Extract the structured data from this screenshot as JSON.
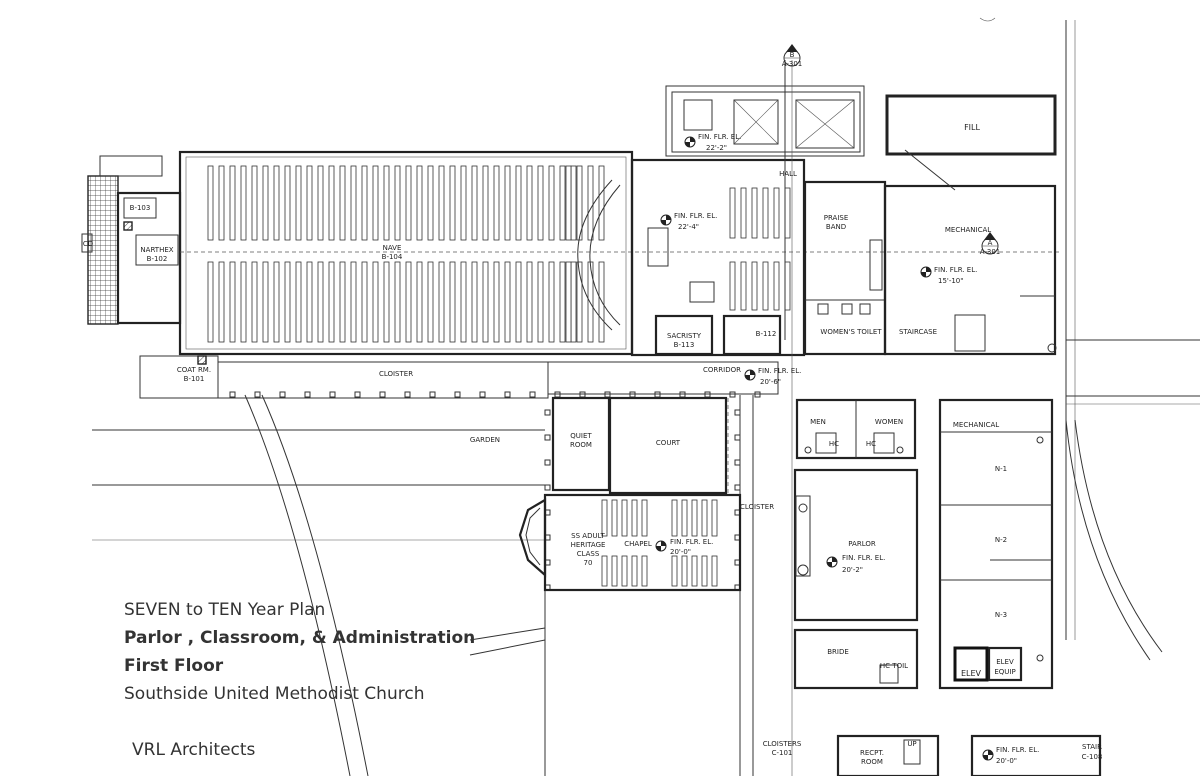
{
  "title_block": {
    "line1": "SEVEN to TEN Year Plan",
    "line2": "Parlor , Classroom, & Administration",
    "line3": "First Floor",
    "line4": "Southside United Methodist Church"
  },
  "firm": "VRL Architects",
  "rooms": {
    "nave": "NAVE",
    "nave_no": "B-104",
    "narthex": "NARTHEX",
    "narthex_no": "B-102",
    "b103": "B-103",
    "coat": "COAT RM.",
    "coat_no": "B-101",
    "cloister": "CLOISTER",
    "garden": "GARDEN",
    "quiet": "QUIET",
    "quiet2": "ROOM",
    "court": "COURT",
    "corridor": "CORRIDOR",
    "cloister2": "CLOISTER",
    "ss_adult": "SS ADULT",
    "heritage": "HERITAGE",
    "class": "CLASS",
    "class_no": "70",
    "chapel": "CHAPEL",
    "sacristy": "SACRISTY",
    "sacristy_no": "B-113",
    "b112": "B-112",
    "praise": "PRAISE",
    "band": "BAND",
    "womens_toilet": "WOMEN'S TOILET",
    "staircase": "STAIRCASE",
    "mechanical": "MECHANICAL",
    "mechanical2": "MECHANICAL",
    "fill": "FILL",
    "hall": "HALL",
    "men": "MEN",
    "women": "WOMEN",
    "hc": "HC",
    "parlor": "PARLOR",
    "bride": "BRIDE",
    "hc_toil": "HC TOIL",
    "n1": "N-1",
    "n2": "N-2",
    "n3": "N-3",
    "elev": "ELEV",
    "elev_equip1": "ELEV",
    "elev_equip2": "EQUIP",
    "cloisters": "CLOISTERS",
    "c101": "C-101",
    "recpt": "RECPT.",
    "room": "ROOM",
    "stair": "STAIR",
    "c108": "C-108",
    "up": "UP",
    "icd": "ICD"
  },
  "elevations": {
    "label": "FIN. FLR. EL.",
    "e_top": "22'-2\"",
    "e_sanct": "22'-4\"",
    "e_mech": "15'-10\"",
    "e_corr": "20'-6\"",
    "e_chapel": "20'-0\"",
    "e_parlor": "20'-2\"",
    "e_bottom": "20'-0\""
  },
  "section_marks": {
    "top_letter": "B",
    "top_sheet": "A-301",
    "mech_letter": "A",
    "mech_sheet": "A-301"
  }
}
